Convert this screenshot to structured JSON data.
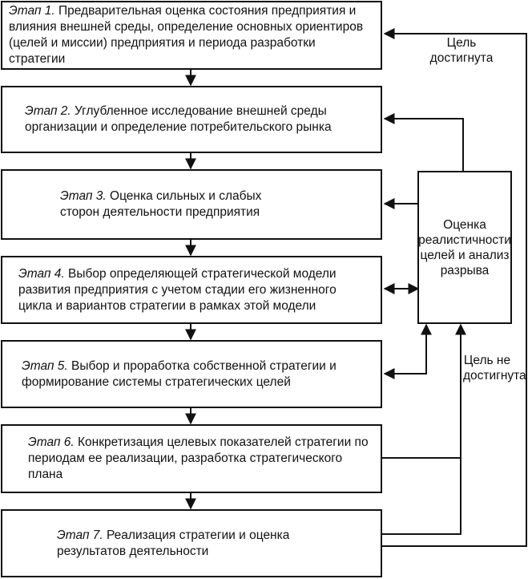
{
  "stages": [
    {
      "label": "Этап 1.",
      "text": "Предварительная оценка состояния предприятия и влияния внешней среды, определение основных ориентиров (целей и миссии) предприятия и периода разработки стратегии"
    },
    {
      "label": "Этап 2.",
      "text": "Углубленное исследование внешней среды организации и определение потребительского рынка"
    },
    {
      "label": "Этап 3.",
      "text": "Оценка сильных и слабых сторон деятельности предприятия"
    },
    {
      "label": "Этап 4.",
      "text": "Выбор определяющей стратегической модели развития предприятия с учетом стадии его жизненного цикла и вариантов стратегии в рамках этой модели"
    },
    {
      "label": "Этап 5.",
      "text": "Выбор и проработка собственной стратегии и формирование системы стратегических целей"
    },
    {
      "label": "Этап 6.",
      "text": "Конкретизация целевых показателей стратегии по периодам ее реализации, разработка стратегического плана"
    },
    {
      "label": "Этап 7.",
      "text": "Реализация стратегии и оценка результатов деятельности"
    }
  ],
  "side_box": {
    "text": "Оценка реалистичности целей и анализ разрыва"
  },
  "labels": {
    "goal_reached": "Цель достигнута",
    "goal_not_reached": "Цель не достигнута"
  }
}
